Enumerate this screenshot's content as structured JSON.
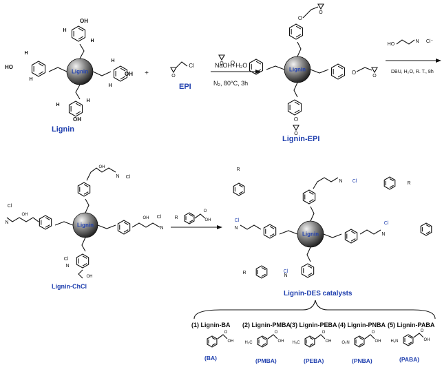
{
  "scheme": {
    "core_label": "Lignin",
    "compounds": {
      "lignin": "Lignin",
      "epi": "EPI",
      "lignin_epi": "Lignin-EPI",
      "lignin_chcl": "Lignin-ChCl",
      "lignin_des": "Lignin-DES catalysts"
    },
    "conditions": {
      "step1_reagent": "NaOH+H₂O",
      "step1_conditions": "N₂, 80°C, 3h",
      "step2_conditions": "DBU, H₂O, R. T., 8h"
    },
    "catalysts": [
      {
        "name": "(1) Lignin-BA",
        "abbr": "(BA)"
      },
      {
        "name": "(2) Lignin-PMBA",
        "abbr": "(PMBA)"
      },
      {
        "name": "(3) Lignin-PEBA",
        "abbr": "(PEBA)"
      },
      {
        "name": "(4) Lignin-PNBA",
        "abbr": "(PNBA)"
      },
      {
        "name": "(5) Lignin-PABA",
        "abbr": "(PABA)"
      }
    ],
    "atoms": {
      "oh": "OH",
      "ho": "HO",
      "h": "H",
      "o": "O",
      "cl": "Cl",
      "cl_minus": "Cl⁻",
      "n": "N",
      "r": "R",
      "plus": "+",
      "h3c": "H₃C",
      "o2n": "O₂N",
      "h2n": "H₂N"
    },
    "colors": {
      "accent_blue": "#1f3fae",
      "ink": "#111111",
      "sphere_light": "#e6e6e6",
      "sphere_dark": "#222222"
    }
  }
}
